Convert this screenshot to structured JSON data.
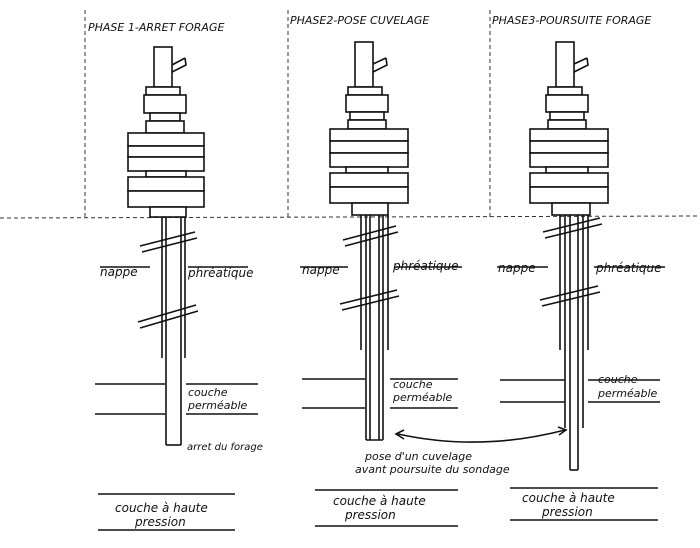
{
  "phases": [
    {
      "title": "PHASE 1-ARRET FORAGE"
    },
    {
      "title": "PHASE2-POSE CUVELAGE"
    },
    {
      "title": "PHASE3-POURSUITE FORAGE"
    }
  ],
  "labels": {
    "nappe": "nappe",
    "phreatique": "phréatique",
    "couche_line1": "couche",
    "couche_line2": "perméable",
    "arret": "arret du forage",
    "pose_line1": "pose d'un cuvelage",
    "pose_line2": "avant poursuite du sondage",
    "haute_line1": "couche à haute",
    "haute_line2": "pression"
  },
  "colors": {
    "ink": "#111111",
    "paper": "#ffffff"
  }
}
